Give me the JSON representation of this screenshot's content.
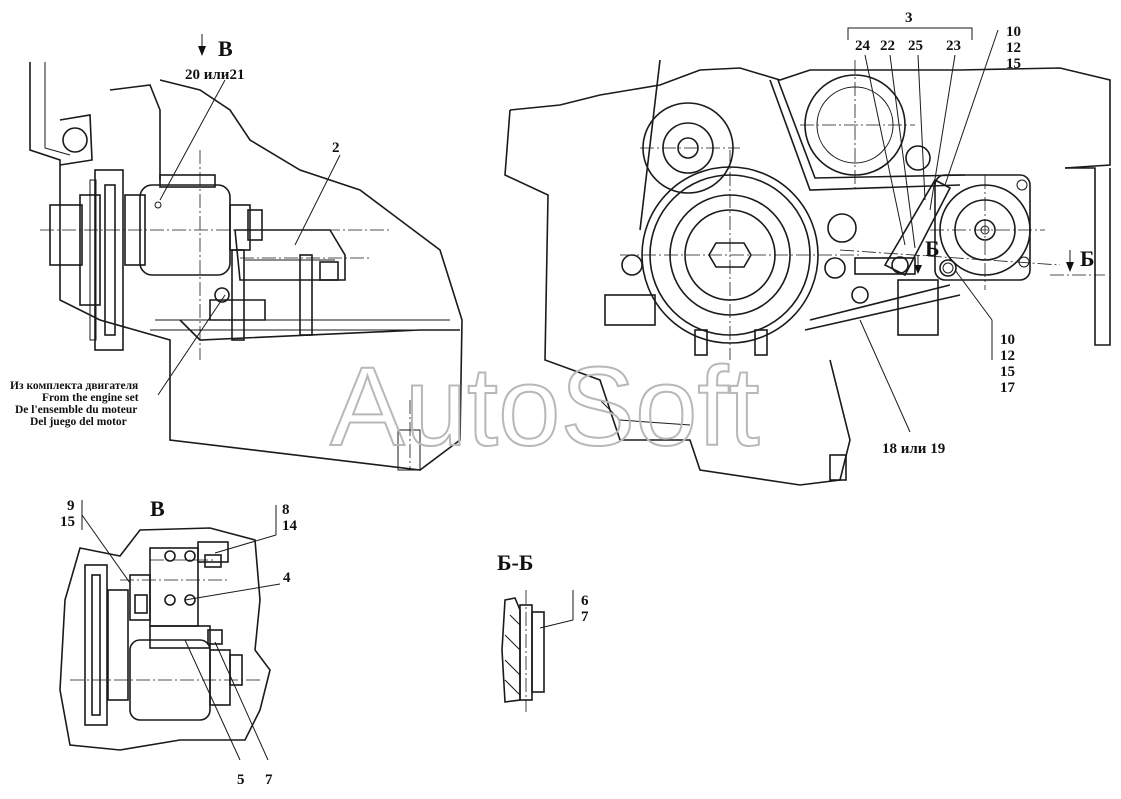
{
  "watermark": "AutoSoft",
  "callouts": {
    "view_v_top": "В",
    "n20or21": "20 или21",
    "n2": "2",
    "n3": "3",
    "n24": "24",
    "n22": "22",
    "n25": "25",
    "n23": "23",
    "n10a": "10",
    "n12a": "12",
    "n15a": "15",
    "n10b": "10",
    "n12b": "12",
    "n15b": "15",
    "n17": "17",
    "n18or19": "18 или 19",
    "section_b_left": "Б",
    "section_b_right": "Б",
    "view_v_detail": "В",
    "n9": "9",
    "n15c": "15",
    "n8": "8",
    "n14": "14",
    "n4": "4",
    "n5": "5",
    "n7a": "7",
    "section_bb": "Б-Б",
    "n6": "6",
    "n7b": "7"
  },
  "engine_set_note": [
    "Из комплекта двигателя",
    "From the engine set",
    "De l'ensemble du moteur",
    "Del juego del motor"
  ]
}
